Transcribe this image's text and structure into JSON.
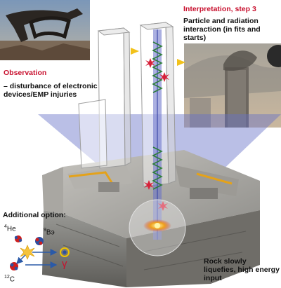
{
  "labels": {
    "observation_heading": "Observation",
    "observation_text": "– disturbance of electronic devices/EMP injuries",
    "interpretation_heading": "Interpretation, step 3",
    "interpretation_text": "Particle and radiation interaction (in fits and starts)",
    "rock_text": "Rock slowly liquefies, high energy input",
    "additional_option": "Additional option:"
  },
  "nuclides": {
    "he": {
      "mass": "4",
      "symbol": "He"
    },
    "b": {
      "mass": "9",
      "symbol": "B"
    },
    "b_suffix": "э",
    "c": {
      "mass": "12",
      "symbol": "C"
    },
    "gamma": "γ"
  },
  "colors": {
    "accent_red": "#c8102e",
    "beam_blue": "#6670c8",
    "spark_red": "#d6213a",
    "arrow_blue": "#2a5aa8",
    "tower_arrow_yellow": "#f2c21b",
    "ring_yellow": "#f0c400",
    "nucleus_red": "#cc1f1f",
    "nucleus_blue": "#2d4fa0"
  }
}
